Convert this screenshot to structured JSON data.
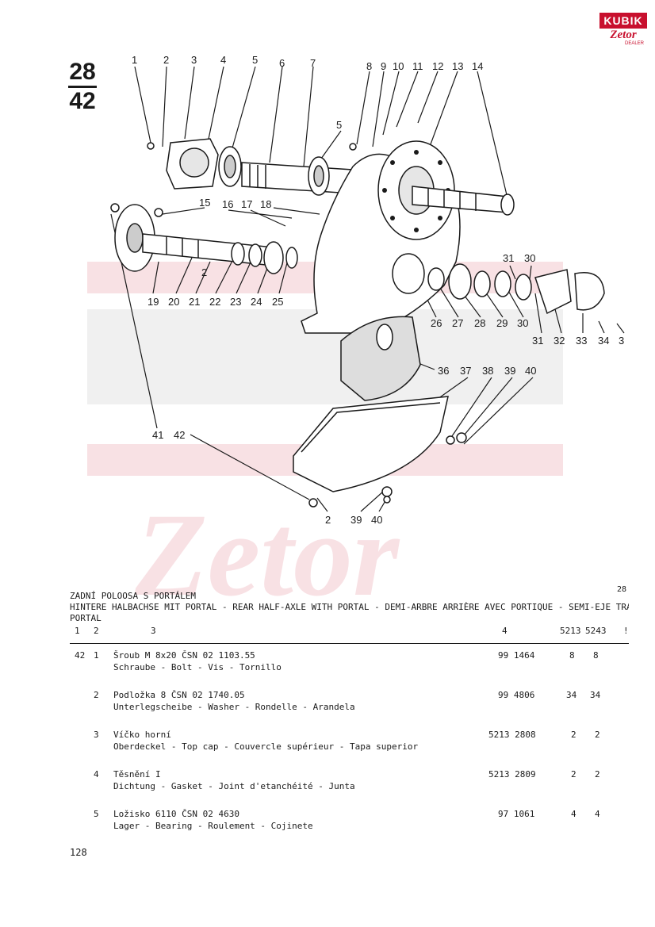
{
  "logo": {
    "top": "KUBIK",
    "bottom": "Zetor",
    "sub": "DEALER"
  },
  "page_ref": {
    "top": "28",
    "bottom": "42"
  },
  "callouts": {
    "top_row": [
      "1",
      "2",
      "3",
      "4",
      "5",
      "6",
      "7",
      "8",
      "9",
      "10",
      "11",
      "12",
      "13",
      "14"
    ],
    "mid_5": "5",
    "row15": [
      "15",
      "16",
      "17",
      "18"
    ],
    "left_row": [
      "19",
      "20",
      "21",
      "22",
      "23",
      "24",
      "25"
    ],
    "left_2": "2",
    "right_upper": [
      "31",
      "30"
    ],
    "right_row": [
      "26",
      "27",
      "28",
      "29",
      "30",
      "31",
      "32",
      "33",
      "34",
      "3"
    ],
    "row36": [
      "36",
      "37",
      "38",
      "39",
      "40"
    ],
    "row41": [
      "41",
      "42"
    ],
    "bottom": [
      "2",
      "39",
      "40"
    ]
  },
  "section": {
    "title_cz": "ZADNÍ POLOOSA S PORTÁLEM",
    "title_multi": "HINTERE HALBACHSE MIT PORTAL - REAR HALF-AXLE WITH PORTAL - DEMI-ARBRE ARRIÈRE AVEC PORTIQUE - SEMI-EJE TRASERO CON",
    "title_cont": "PORTAL",
    "corner": "28",
    "col1": "1",
    "col2": "2",
    "col3": "3",
    "col4": "4",
    "col5": "5213",
    "col6": "5243",
    "col7": "!"
  },
  "parts": [
    {
      "fig": "42",
      "pos": "1",
      "name": "Šroub M 8x20  ČSN 02 1103.55",
      "desc": "Schraube - Bolt - Vis - Tornillo",
      "code": "99 1464",
      "q1": "8",
      "q2": "8"
    },
    {
      "fig": "",
      "pos": "2",
      "name": "Podložka 8  ČSN 02 1740.05",
      "desc": "Unterlegscheibe - Washer - Rondelle - Arandela",
      "code": "99 4806",
      "q1": "34",
      "q2": "34"
    },
    {
      "fig": "",
      "pos": "3",
      "name": "Víčko horní",
      "desc": "Oberdeckel - Top cap - Couvercle supérieur - Tapa superior",
      "code": "5213 2808",
      "q1": "2",
      "q2": "2"
    },
    {
      "fig": "",
      "pos": "4",
      "name": "Těsnění I",
      "desc": "Dichtung - Gasket - Joint d'etanchéité - Junta",
      "code": "5213 2809",
      "q1": "2",
      "q2": "2"
    },
    {
      "fig": "",
      "pos": "5",
      "name": "Ložisko 6110 ČSN 02 4630",
      "desc": "Lager - Bearing - Roulement - Cojinete",
      "code": "97 1061",
      "q1": "4",
      "q2": "4"
    }
  ],
  "footer": "128"
}
